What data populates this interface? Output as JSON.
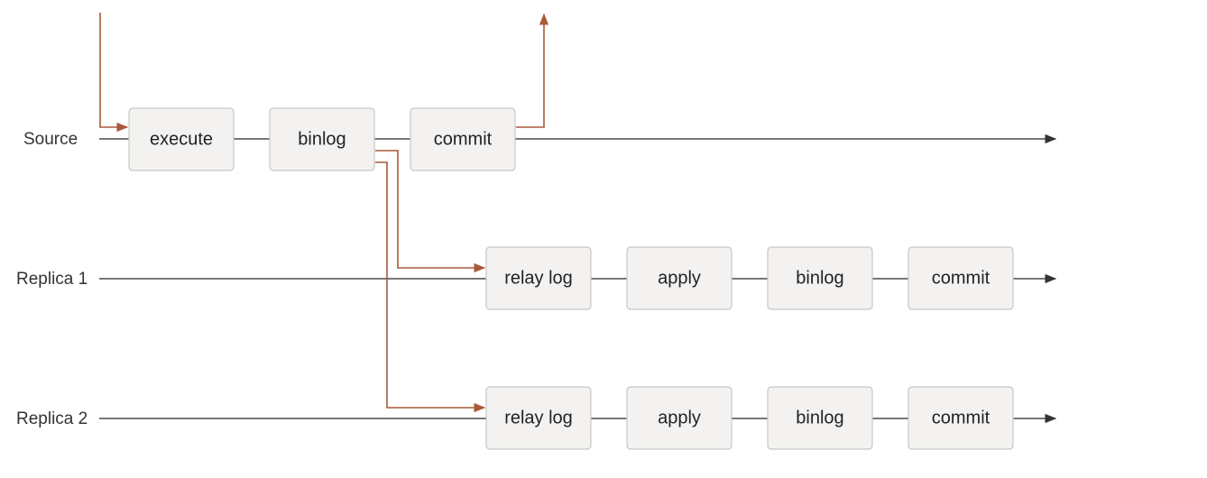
{
  "colors": {
    "flow": "#a8593a",
    "timeline": "#4a4a4a",
    "box_fill": "#f3f2f1",
    "box_stroke": "#c9c7c5"
  },
  "rows": [
    {
      "label": "Source",
      "steps": [
        "execute",
        "binlog",
        "commit"
      ]
    },
    {
      "label": "Replica 1",
      "steps": [
        "relay log",
        "apply",
        "binlog",
        "commit"
      ]
    },
    {
      "label": "Replica 2",
      "steps": [
        "relay log",
        "apply",
        "binlog",
        "commit"
      ]
    }
  ]
}
